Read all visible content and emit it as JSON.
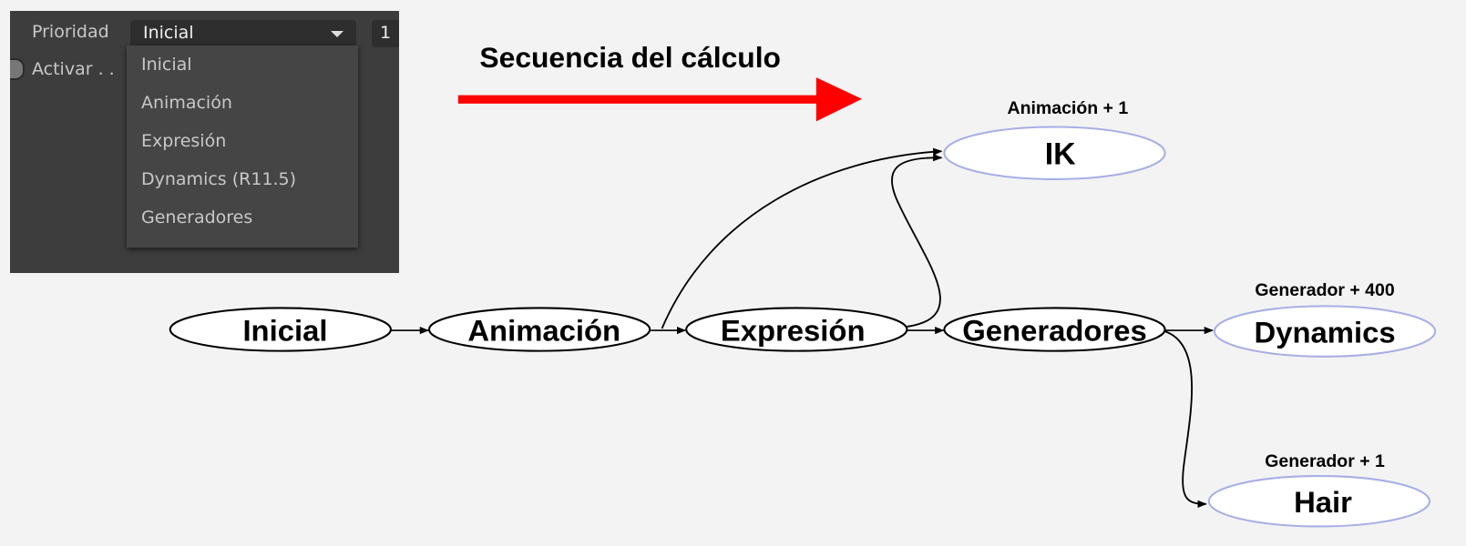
{
  "ui_panel": {
    "priority_label": "Prioridad",
    "selected_value": "Inicial",
    "number_field": "1",
    "activar_label": "Activar . .",
    "menu_options": [
      "Inicial",
      "Animación",
      "Expresión",
      "Dynamics (R11.5)",
      "Generadores"
    ]
  },
  "diagram": {
    "title": "Secuencia del cálculo",
    "colors": {
      "arrow": "#ff0000",
      "main_node_stroke": "#000000",
      "derived_node_stroke": "#a8aee6"
    },
    "nodes": {
      "inicial": "Inicial",
      "animacion": "Animación",
      "expresion": "Expresión",
      "generadores": "Generadores",
      "ik": "IK",
      "dynamics": "Dynamics",
      "hair": "Hair"
    },
    "annotations": {
      "ik": "Animación + 1",
      "dynamics": "Generador + 400",
      "hair": "Generador + 1"
    }
  }
}
